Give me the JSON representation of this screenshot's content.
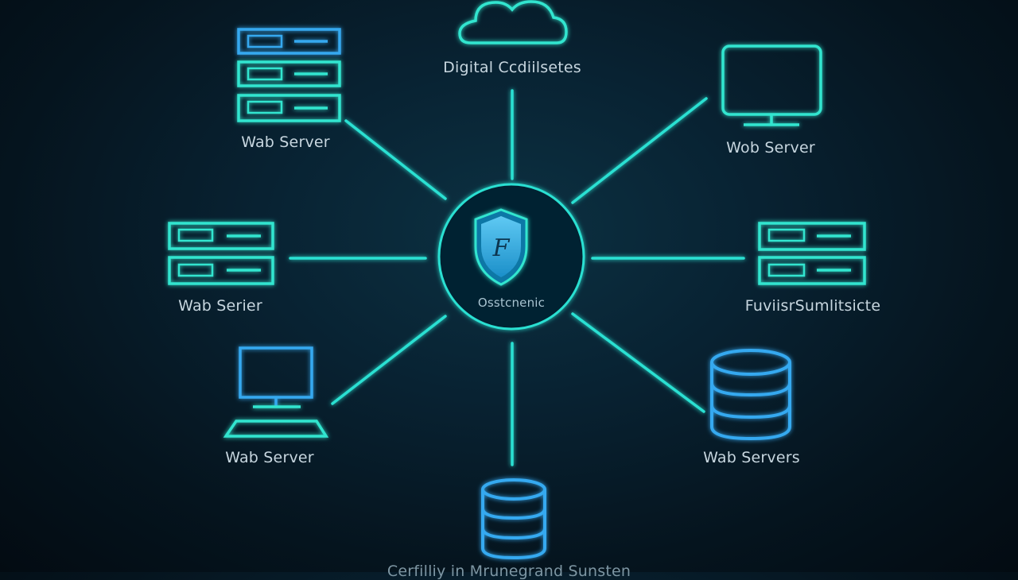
{
  "colors": {
    "background": "#06161f",
    "connector": "#2ae0d2",
    "teal": "#31e5cf",
    "blue": "#36a9f0",
    "label": "#c7d6df"
  },
  "hub": {
    "label": "Osstcnenic",
    "icon": "shield-icon",
    "shield_letter": "F"
  },
  "nodes": [
    {
      "id": "top",
      "icon": "cloud-icon",
      "label": "Digital Ccdiilsetes"
    },
    {
      "id": "top-left",
      "icon": "server-rack-icon",
      "label": "Wab Server"
    },
    {
      "id": "top-right",
      "icon": "monitor-icon",
      "label": "Wob Server"
    },
    {
      "id": "left",
      "icon": "server-rack-icon",
      "label": "Wab Serier"
    },
    {
      "id": "right",
      "icon": "server-rack-icon",
      "label": "FuviisrSumlitsicte"
    },
    {
      "id": "bottom-left",
      "icon": "laptop-icon",
      "label": "Wab Server"
    },
    {
      "id": "bottom-right",
      "icon": "database-icon",
      "label": "Wab Servers"
    },
    {
      "id": "bottom",
      "icon": "database-icon",
      "label": "Cerfilliy in Mrunegrand Sunsten"
    }
  ]
}
